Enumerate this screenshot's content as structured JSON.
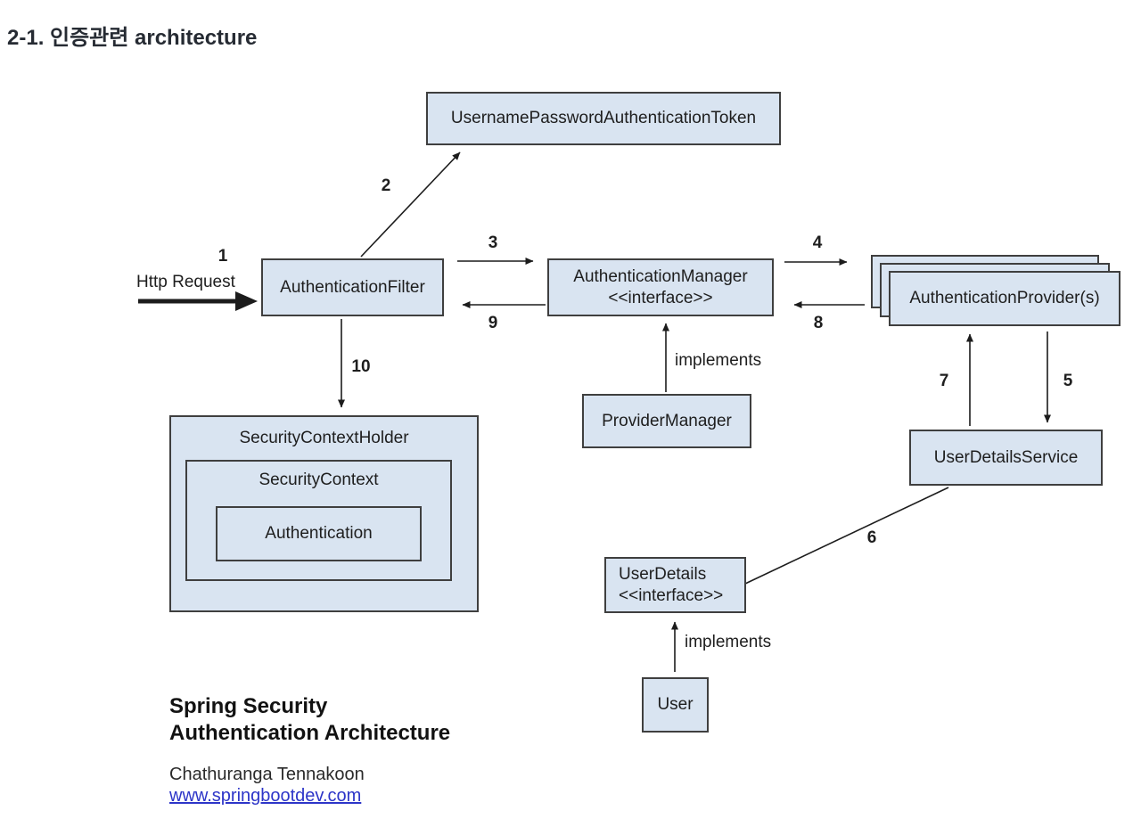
{
  "page_title": "2-1. 인증관련 architecture",
  "diagram": {
    "colors": {
      "node-fill": "#d9e4f1",
      "node-border": "#3f3f3f",
      "line": "#1c1c1c",
      "text": "#1e1e1e",
      "link": "#2d35c8"
    },
    "nodes": {
      "token": "UsernamePasswordAuthenticationToken",
      "filter": "AuthenticationFilter",
      "manager_name": "AuthenticationManager",
      "manager_stereotype": "<<interface>>",
      "providers": "AuthenticationProvider(s)",
      "provider_manager": "ProviderManager",
      "security_context_holder": "SecurityContextHolder",
      "security_context": "SecurityContext",
      "authentication": "Authentication",
      "user_details_service": "UserDetailsService",
      "user_details_name": "UserDetails",
      "user_details_stereotype": "<<interface>>",
      "user": "User"
    },
    "edge_labels": {
      "n1": "1",
      "n2": "2",
      "n3": "3",
      "n4": "4",
      "n5": "5",
      "n6": "6",
      "n7": "7",
      "n8": "8",
      "n9": "9",
      "n10": "10",
      "http_request": "Http Request",
      "implements_manager": "implements",
      "implements_user": "implements"
    }
  },
  "footer": {
    "title_line1": "Spring Security",
    "title_line2": "Authentication Architecture",
    "author": "Chathuranga Tennakoon",
    "website": "www.springbootdev.com"
  }
}
